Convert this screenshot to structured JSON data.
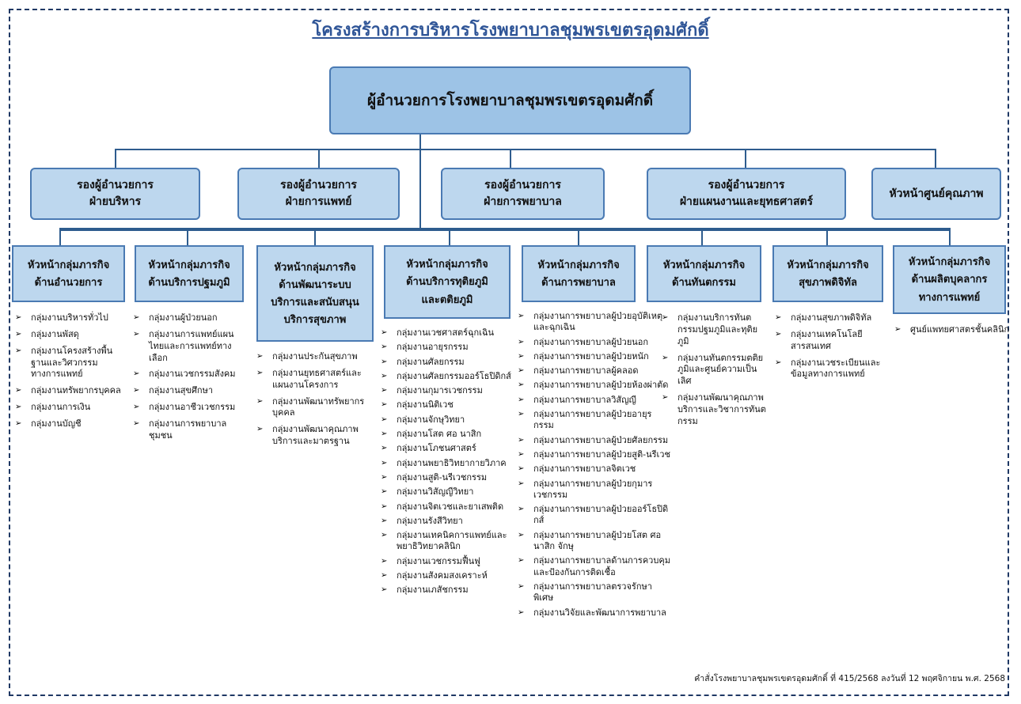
{
  "title": "โครงสร้างการบริหารโรงพยาบาลชุมพรเขตรอุดมศักดิ์",
  "director": "ผู้อำนวยการโรงพยาบาลชุมพรเขตรอุดมศักดิ์",
  "vices": [
    {
      "line1": "รองผู้อำนวยการ",
      "line2": "ฝ่ายบริหาร"
    },
    {
      "line1": "รองผู้อำนวยการ",
      "line2": "ฝ่ายการแพทย์"
    },
    {
      "line1": "รองผู้อำนวยการ",
      "line2": "ฝ่ายการพยาบาล"
    },
    {
      "line1": "รองผู้อำนวยการ",
      "line2": "ฝ่ายแผนงานและยุทธศาสตร์"
    },
    {
      "line1": "หัวหน้าศูนย์คุณภาพ",
      "line2": ""
    }
  ],
  "groups": [
    {
      "lines": [
        "หัวหน้ากลุ่มภารกิจ",
        "ด้านอำนวยการ"
      ],
      "items": [
        "กลุ่มงานบริหารทั่วไป",
        "กลุ่มงานพัสดุ",
        "กลุ่มงานโครงสร้างพื้นฐานและวิศวกรรมทางการแพทย์",
        "กลุ่มงานทรัพยากรบุคคล",
        "กลุ่มงานการเงิน",
        "กลุ่มงานบัญชี"
      ]
    },
    {
      "lines": [
        "หัวหน้ากลุ่มภารกิจ",
        "ด้านบริการปฐมภูมิ"
      ],
      "items": [
        "กลุ่มงานผู้ป่วยนอก",
        "กลุ่มงานการแพทย์แผนไทยและการแพทย์ทางเลือก",
        "กลุ่มงานเวชกรรมสังคม",
        "กลุ่มงานสุขศึกษา",
        "กลุ่มงานอาชีวเวชกรรม",
        "กลุ่มงานการพยาบาลชุมชน"
      ]
    },
    {
      "lines": [
        "หัวหน้ากลุ่มภารกิจ",
        "ด้านพัฒนาระบบ",
        "บริการและสนับสนุน",
        "บริการสุขภาพ"
      ],
      "items": [
        "กลุ่มงานประกันสุขภาพ",
        "กลุ่มงานยุทธศาสตร์และแผนงานโครงการ",
        "กลุ่มงานพัฒนาทรัพยากรบุคคล",
        "กลุ่มงานพัฒนาคุณภาพบริการและมาตรฐาน"
      ]
    },
    {
      "lines": [
        "หัวหน้ากลุ่มภารกิจ",
        "ด้านบริการทุติยภูมิ",
        "และตติยภูมิ"
      ],
      "items": [
        "กลุ่มงานเวชศาสตร์ฉุกเฉิน",
        "กลุ่มงานอายุรกรรม",
        "กลุ่มงานศัลยกรรม",
        "กลุ่มงานศัลยกรรมออร์โธปิดิกส์",
        "กลุ่มงานกุมารเวชกรรม",
        "กลุ่มงานนิติเวช",
        "กลุ่มงานจักษุวิทยา",
        "กลุ่มงานโสต ศอ นาสิก",
        "กลุ่มงานโภชนศาสตร์",
        "กลุ่มงานพยาธิวิทยากายวิภาค",
        "กลุ่มงานสูติ-นรีเวชกรรม",
        "กลุ่มงานวิสัญญีวิทยา",
        "กลุ่มงานจิตเวชและยาเสพติด",
        "กลุ่มงานรังสีวิทยา",
        "กลุ่มงานเทคนิคการแพทย์และพยาธิวิทยาคลินิก",
        "กลุ่มงานเวชกรรมฟื้นฟู",
        "กลุ่มงานสังคมสงเคราะห์",
        "กลุ่มงานเภสัชกรรม"
      ]
    },
    {
      "lines": [
        "หัวหน้ากลุ่มภารกิจ",
        "ด้านการพยาบาล"
      ],
      "items": [
        "กลุ่มงานการพยาบาลผู้ป่วยอุบัติเหตุและฉุกเฉิน",
        "กลุ่มงานการพยาบาลผู้ป่วยนอก",
        "กลุ่มงานการพยาบาลผู้ป่วยหนัก",
        "กลุ่มงานการพยาบาลผู้คลอด",
        "กลุ่มงานการพยาบาลผู้ป่วยห้องผ่าตัด",
        "กลุ่มงานการพยาบาลวิสัญญี",
        "กลุ่มงานการพยาบาลผู้ป่วยอายุรกรรม",
        "กลุ่มงานการพยาบาลผู้ป่วยศัลยกรรม",
        "กลุ่มงานการพยาบาลผู้ป่วยสูติ-นรีเวช",
        "กลุ่มงานการพยาบาลจิตเวช",
        "กลุ่มงานการพยาบาลผู้ป่วยกุมารเวชกรรม",
        "กลุ่มงานการพยาบาลผู้ป่วยออร์โธปิดิกส์",
        "กลุ่มงานการพยาบาลผู้ป่วยโสต ศอ นาสิก จักษุ",
        "กลุ่มงานการพยาบาลด้านการควบคุมและป้องกันการติดเชื้อ",
        "กลุ่มงานการพยาบาลตรวจรักษาพิเศษ",
        "กลุ่มงานวิจัยและพัฒนาการพยาบาล"
      ]
    },
    {
      "lines": [
        "หัวหน้ากลุ่มภารกิจ",
        "ด้านทันตกรรม"
      ],
      "items": [
        "กลุ่มงานบริการทันตกรรมปฐมภูมิและทุติยภูมิ",
        "กลุ่มงานทันตกรรมตติยภูมิและศูนย์ความเป็นเลิศ",
        "กลุ่มงานพัฒนาคุณภาพบริการและวิชาการทันตกรรม"
      ]
    },
    {
      "lines": [
        "หัวหน้ากลุ่มภารกิจ",
        "สุขภาพดิจิทัล"
      ],
      "items": [
        "กลุ่มงานสุขภาพดิจิทัล",
        "กลุ่มงานเทคโนโลยีสารสนเทศ",
        "กลุ่มงานเวชระเบียนและข้อมูลทางการแพทย์"
      ]
    },
    {
      "lines": [
        "หัวหน้ากลุ่มภารกิจ",
        "ด้านผลิตบุคลากร",
        "ทางการแพทย์"
      ],
      "items": [
        "ศูนย์แพทยศาสตรชั้นคลินิก"
      ]
    }
  ],
  "footer": "คำสั่งโรงพยาบาลชุมพรเขตรอุดมศักดิ์ ที่ 415/2568 ลงวันที่ 12 พฤศจิกายน พ.ศ. 2568"
}
